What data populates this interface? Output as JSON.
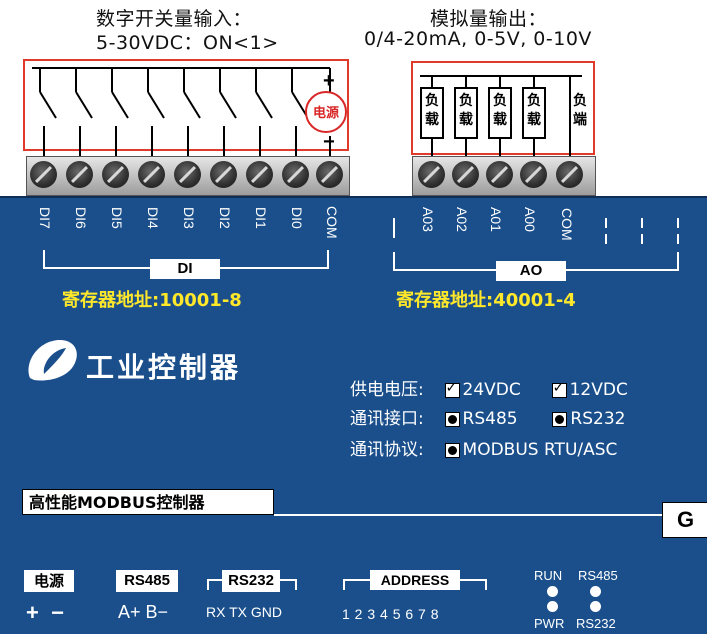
{
  "digital_input": {
    "caption_line1": "数字开关量输入：",
    "caption_line2": "5-30VDC：ON<1>",
    "power_label": "电源",
    "plus": "+",
    "minus": "−",
    "pins": [
      "DI7",
      "DI6",
      "DI5",
      "DI4",
      "DI3",
      "DI2",
      "DI1",
      "DI0",
      "COM"
    ],
    "group_label": "DI",
    "register": "寄存器地址:10001-8"
  },
  "analog_output": {
    "caption_line1": "模拟量输出：",
    "caption_line2": "0/4-20mA, 0-5V, 0-10V",
    "loads": [
      "负载",
      "负载",
      "负载",
      "负载"
    ],
    "load_end": "负端",
    "pins": [
      "A03",
      "A02",
      "A01",
      "A00",
      "COM"
    ],
    "group_label": "AO",
    "register": "寄存器地址:40001-4"
  },
  "device": {
    "brand": "工业控制器",
    "supply_label": "供电电压:",
    "supply_opt1": "24VDC",
    "supply_opt2": "12VDC",
    "comm_label": "通讯接口:",
    "comm_opt1": "RS485",
    "comm_opt2": "RS232",
    "protocol_label": "通讯协议:",
    "protocol": "MODBUS RTU/ASC",
    "model_banner": "高性能MODBUS控制器",
    "ground": "G"
  },
  "bottom": {
    "power": "电源",
    "power_pins": "+  −",
    "rs485": "RS485",
    "rs485_pins": "A+ B−",
    "rs232": "RS232",
    "rs232_pins": "RX TX GND",
    "address": "ADDRESS",
    "address_pins": "1 2 3 4 5 6 7 8",
    "led_run": "RUN",
    "led_rs485": "RS485",
    "led_pwr": "PWR",
    "led_rs232": "RS232"
  },
  "colors": {
    "panel": "#1a4f8c",
    "register_text": "#ffe82a",
    "circuit_border": "#e03a2a",
    "power_circle": "#d92626"
  }
}
